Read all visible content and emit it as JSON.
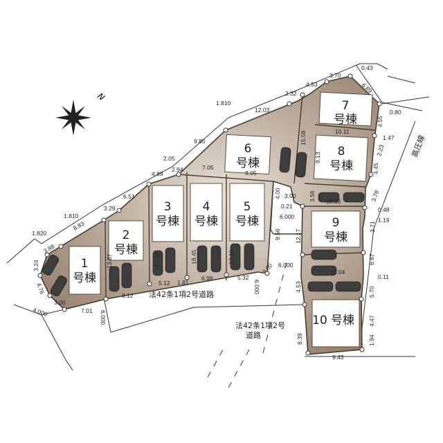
{
  "title": "区画図",
  "lots": [
    {
      "num": "1",
      "label": "号棟"
    },
    {
      "num": "2",
      "label": "号棟"
    },
    {
      "num": "3",
      "label": "号棟"
    },
    {
      "num": "4",
      "label": "号棟"
    },
    {
      "num": "5",
      "label": "号棟"
    },
    {
      "num": "6",
      "label": "号棟"
    },
    {
      "num": "7",
      "label": "号棟"
    },
    {
      "num": "8",
      "label": "号棟"
    },
    {
      "num": "9",
      "label": "号棟"
    },
    {
      "num": "10",
      "label": "号棟"
    }
  ],
  "roads": {
    "main": "法42条1項2号道路",
    "side_line1": "法42条1項2号",
    "side_line2": "道路",
    "power_line": "高圧線"
  },
  "compass": {
    "north": "N"
  },
  "dims": [
    "0.43",
    "3.70",
    "4.53",
    "6.89",
    "2.32",
    "0.80",
    "1.810",
    "12.03",
    "4.55",
    "1.47",
    "9.85",
    "2.23",
    "10.11",
    "15.58",
    "2.05",
    "4.89",
    "2.94",
    "7.05",
    "8.05",
    "9.13",
    "4.45",
    "6.51",
    "4.00",
    "3.00",
    "3.56",
    "10.38",
    "3.78",
    "1.810",
    "3.29",
    "8.83",
    "0.21",
    "0.48",
    "6.000",
    "1.19",
    "3.71",
    "1.820",
    "3.88",
    "9.56",
    "12.17",
    "17.40",
    "13.87",
    "18.45",
    "17.10",
    "3.24",
    "6.67",
    "6.000",
    "3.00",
    "10.04",
    "0.11",
    "5.32",
    "4.76",
    "3.00",
    "5.12",
    "1.81",
    "6.98",
    "6.000",
    "4.53",
    "5.70",
    "7.01",
    "8.12",
    "4.000",
    "6.000",
    "4.47",
    "8.39",
    "1.94",
    "9.43"
  ],
  "colors": {
    "lot": "#b39e86",
    "border": "#4a3a2c"
  }
}
